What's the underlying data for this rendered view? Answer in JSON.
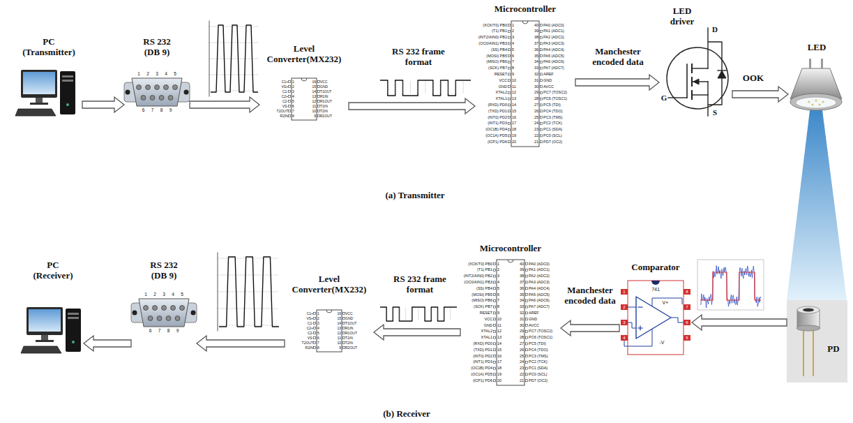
{
  "diagram": {
    "nodes": [
      {
        "text": [
          "PC (Transmitter)"
        ]
      },
      {
        "text": [
          "RS 232 (DB 9)"
        ]
      },
      {
        "text": [
          "Level Converter(MX232)"
        ]
      },
      {
        "text": [
          "Microcontroller"
        ]
      },
      {
        "text": [
          "LED driver"
        ]
      },
      {
        "text": [
          "LED"
        ]
      },
      {
        "text": [
          "PC (Receiver)"
        ]
      },
      {
        "text": [
          "RS 232 (DB 9)"
        ]
      },
      {
        "text": [
          "Level Converter(MX232)"
        ]
      },
      {
        "text": [
          "Microcontroller"
        ]
      },
      {
        "text": [
          "Comparator"
        ]
      },
      {
        "text": [
          "PD"
        ]
      }
    ],
    "edges": [
      {
        "from": 0,
        "to": 1,
        "arrow": "to"
      },
      {
        "from": 1,
        "to": 2,
        "arrow": "to"
      },
      {
        "from": 2,
        "to": 3,
        "label": "RS 232 frame format",
        "arrow": "to"
      },
      {
        "from": 3,
        "to": 4,
        "label": "Manchester encoded data",
        "arrow": "to"
      },
      {
        "from": 4,
        "to": 5,
        "label": "OOK",
        "arrow": "to"
      },
      {
        "from": 11,
        "to": 10,
        "arrow": "to"
      },
      {
        "from": 10,
        "to": 9,
        "label": "Manchester encoded data",
        "arrow": "to"
      },
      {
        "from": 9,
        "to": 8,
        "label": "RS 232 frame format",
        "arrow": "to"
      },
      {
        "from": 8,
        "to": 7,
        "arrow": "to"
      },
      {
        "from": 7,
        "to": 6,
        "arrow": "to"
      }
    ],
    "labels": [
      "1",
      "2",
      "3",
      "4",
      "5",
      "6",
      "7",
      "8",
      "9",
      "1",
      "C1+",
      "2",
      "VS+",
      "3",
      "C1-",
      "4",
      "C2+",
      "5",
      "C2-",
      "6",
      "VS-",
      "7",
      "T2OUT",
      "8",
      "R2IN",
      "9",
      "R2OUT",
      "10",
      "T2IN",
      "11",
      "T1IN",
      "12",
      "R1OUT",
      "13",
      "R1IN",
      "14",
      "T1OUT",
      "15",
      "GND",
      "16",
      "VCC",
      "1",
      "(XCK/T0) PB0",
      "2",
      "(T1) PB1",
      "3",
      "(INT2/AIN0) PB2",
      "4",
      "(OC0/AIN1) PB3",
      "5",
      "(SS) PB4",
      "6",
      "(MOSI) PB5",
      "7",
      "(MISO) PB6",
      "8",
      "(SCK) PB7",
      "9",
      "RESET",
      "10",
      "VCC",
      "11",
      "GND",
      "12",
      "XTAL2",
      "13",
      "XTAL1",
      "14",
      "(RXD) PD0",
      "15",
      "(TXD) PD1",
      "16",
      "(INT0) PD2",
      "17",
      "(INT1) PD3",
      "18",
      "(OC1B) PD4",
      "19",
      "(OC1A) PD5",
      "20",
      "(ICP1) PD6",
      "21",
      "PD7 (OC2)",
      "22",
      "PC0 (SCL)",
      "23",
      "PC1 (SDA)",
      "24",
      "PC2 (TCK)",
      "25",
      "PC3 (TMS)",
      "26",
      "PC4 (TDO)",
      "27",
      "PC5 (TDI)",
      "28",
      "PC6 (TOSC1)",
      "29",
      "PC7 (TOSC2)",
      "30",
      "AVCC",
      "31",
      "GND",
      "32",
      "AREF",
      "33",
      "PA7 (ADC7)",
      "34",
      "PA6 (ADC6)",
      "35",
      "PA5 (ADC5)",
      "36",
      "PA4 (ADC4)",
      "37",
      "PA3 (ADC3)",
      "38",
      "PA2 (ADC2)",
      "39",
      "PA1 (ADC1)",
      "40",
      "PA0 (ADC0)",
      "D",
      "G",
      "S",
      "(a) Transmitter",
      "1",
      "2",
      "3",
      "4",
      "5",
      "6",
      "7",
      "8",
      "9",
      "1",
      "C1+",
      "2",
      "VS+",
      "3",
      "C1-",
      "4",
      "C2+",
      "5",
      "C2-",
      "6",
      "VS-",
      "7",
      "T2OUT",
      "8",
      "R2IN",
      "9",
      "R2OUT",
      "10",
      "T2IN",
      "11",
      "T1IN",
      "12",
      "R1OUT",
      "13",
      "R1IN",
      "14",
      "T1OUT",
      "15",
      "GND",
      "16",
      "VCC",
      "1",
      "(XCK/T0) PB0",
      "2",
      "(T1) PB1",
      "3",
      "(INT2/AIN0) PB2",
      "4",
      "(OC0/AIN1) PB3",
      "5",
      "(SS) PB4",
      "6",
      "(MOSI) PB5",
      "7",
      "(MISO) PB6",
      "8",
      "(SCK) PB7",
      "9",
      "RESET",
      "10",
      "VCC",
      "11",
      "GND",
      "12",
      "XTAL2",
      "13",
      "XTAL1",
      "14",
      "(RXD) PD0",
      "15",
      "(TXD) PD1",
      "16",
      "(INT0) PD2",
      "17",
      "(INT1) PD3",
      "18",
      "(OC1B) PD4",
      "19",
      "(OC1A) PD5",
      "20",
      "(ICP1) PD6",
      "21",
      "PD7 (OC2)",
      "22",
      "PC0 (SCL)",
      "23",
      "PC1 (SDA)",
      "24",
      "PC2 (TCK)",
      "25",
      "PC3 (TMS)",
      "26",
      "PC4 (TDO)",
      "27",
      "PC5 (TDI)",
      "28",
      "PC6 (TOSC1)",
      "29",
      "PC7 (TOSC2)",
      "30",
      "AVCC",
      "31",
      "GND",
      "32",
      "AREF",
      "33",
      "PA7 (ADC7)",
      "34",
      "PA6 (ADC6)",
      "35",
      "PA5 (ADC5)",
      "36",
      "PA4 (ADC4)",
      "37",
      "PA3 (ADC3)",
      "38",
      "PA2 (ADC2)",
      "39",
      "PA1 (ADC1)",
      "40",
      "PA0 (ADC0)",
      "741",
      "V+",
      "-V",
      "1",
      "2",
      "3",
      "4",
      "5",
      "6",
      "7",
      "8",
      "(b) Receiver"
    ]
  }
}
